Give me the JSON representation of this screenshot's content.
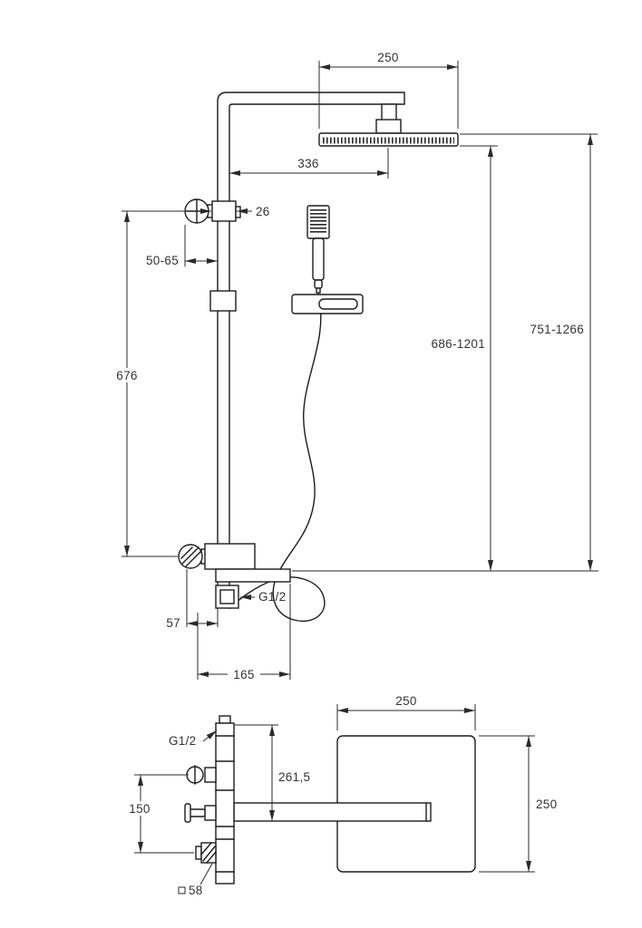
{
  "colors": {
    "object_line": "#1c1c1c",
    "dimension_line": "#2a2a2a",
    "text": "#333333",
    "background": "#ffffff"
  },
  "front_view": {
    "labels": {
      "head_width": "250",
      "arm_offset": "336",
      "pipe_width": "26",
      "wall_distance": "50-65",
      "column_height": "676",
      "head_height_range": "686-1201",
      "total_height_range": "751-1266",
      "thread": "G1/2",
      "knob_offset": "57",
      "spout_length": "165"
    }
  },
  "side_view": {
    "labels": {
      "head_width": "250",
      "head_depth": "250",
      "height": "261,5",
      "knob_spacing": "150",
      "thread": "G1/2",
      "profile": "58"
    }
  }
}
